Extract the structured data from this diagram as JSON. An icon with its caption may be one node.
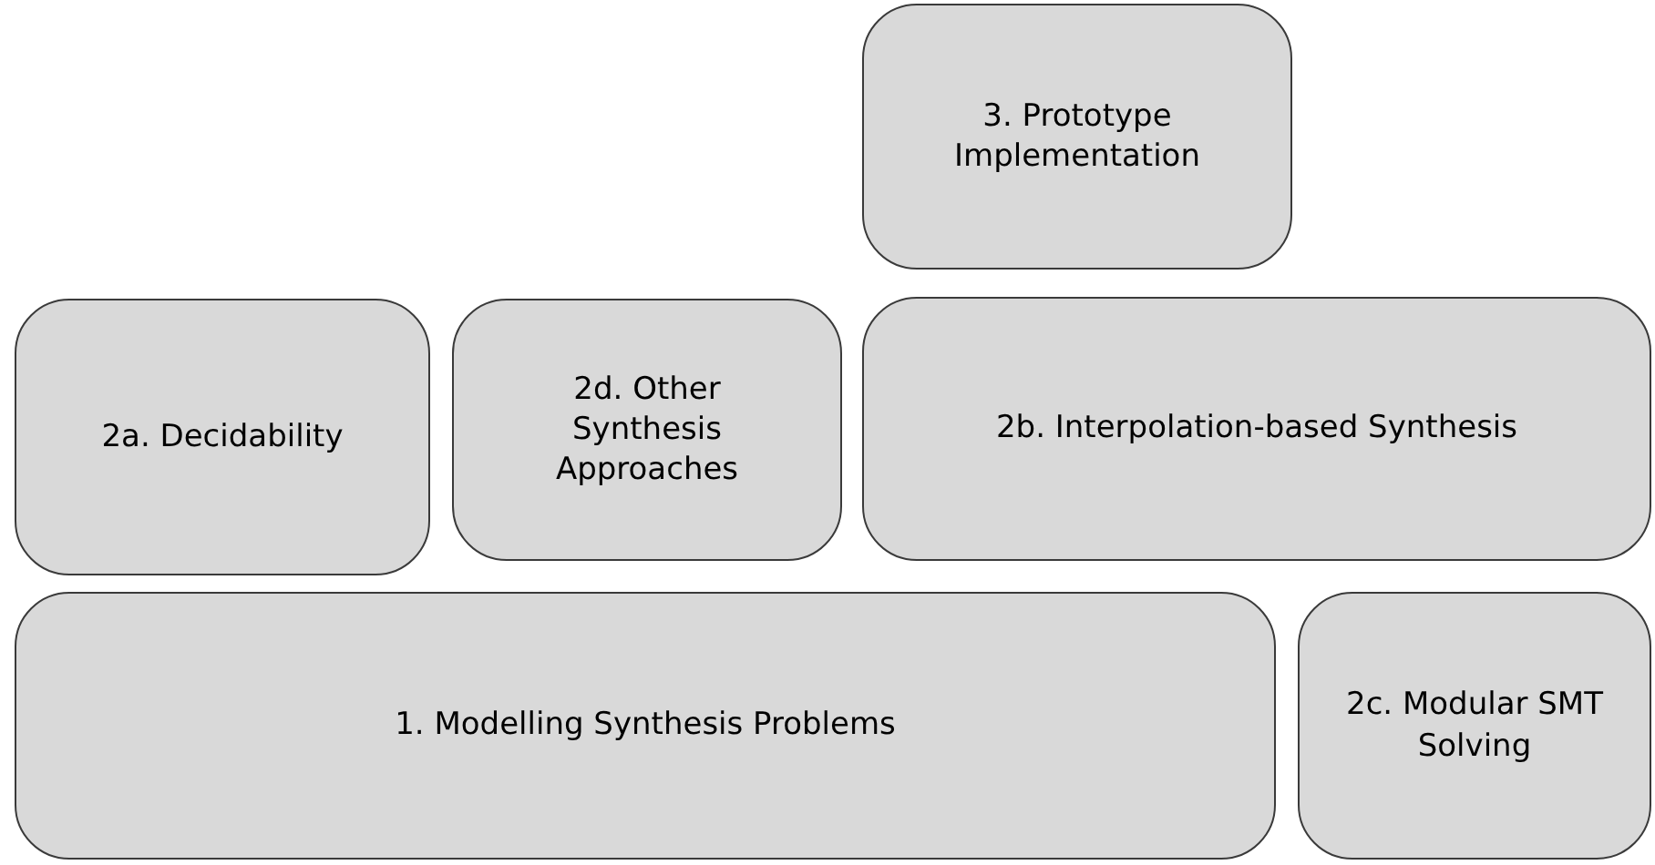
{
  "diagram": {
    "nodes": [
      {
        "text": [
          "3. Prototype Implementation"
        ]
      },
      {
        "text": [
          "2a. Decidability"
        ]
      },
      {
        "text": [
          "2d. Other Synthesis Approaches"
        ]
      },
      {
        "text": [
          "2b. Interpolation-based Synthesis"
        ]
      },
      {
        "text": [
          "1. Modelling Synthesis Problems"
        ]
      },
      {
        "text": [
          "2c. Modular SMT Solving"
        ]
      }
    ]
  }
}
